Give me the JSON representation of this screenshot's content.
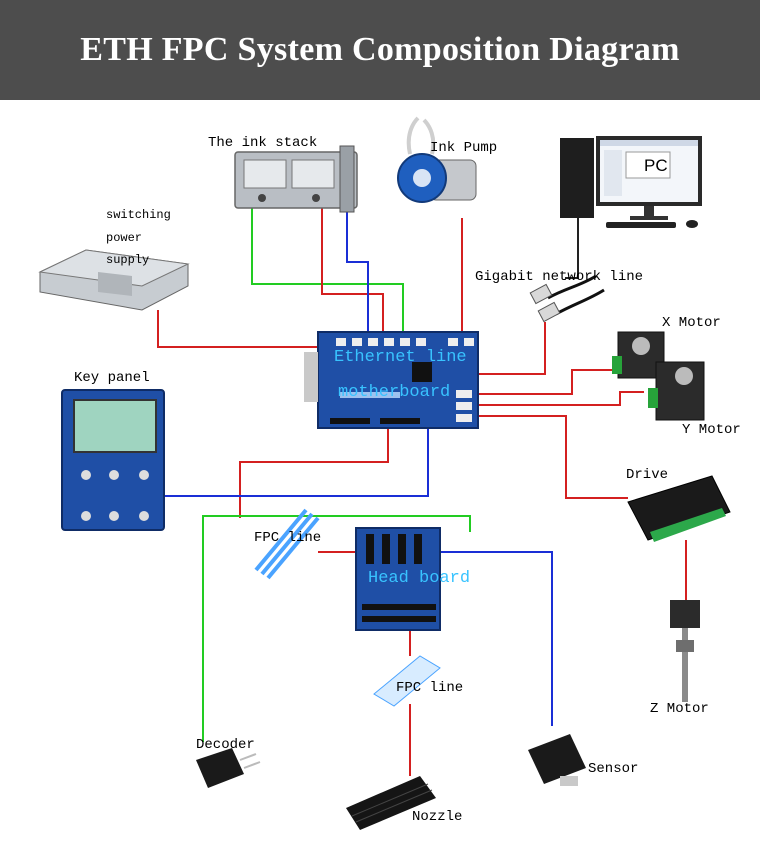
{
  "title": "ETH FPC System Composition Diagram",
  "components": {
    "ink_stack": "The ink stack",
    "ink_pump": "Ink Pump",
    "pc": "PC",
    "switching_power_supply": [
      "switching",
      "power",
      "supply"
    ],
    "gigabit_network_line": "Gigabit network line",
    "x_motor": "X Motor",
    "y_motor": "Y Motor",
    "key_panel": "Key panel",
    "motherboard": [
      "Ethernet line",
      "motherboard"
    ],
    "drive": "Drive",
    "fpc_line_1": "FPC line",
    "head_board": "Head board",
    "fpc_line_2": "FPC line",
    "z_motor": "Z Motor",
    "decoder": "Decoder",
    "sensor": "Sensor",
    "nozzle": "Nozzle"
  },
  "colors": {
    "header_bg": "#4d4d4d",
    "wire_red": "#d42020",
    "wire_green": "#22cc22",
    "wire_blue": "#1a2fd6",
    "wire_dark": "#222222",
    "board_blue": "#1f4fa6",
    "overlay_text": "#38c3ff"
  }
}
